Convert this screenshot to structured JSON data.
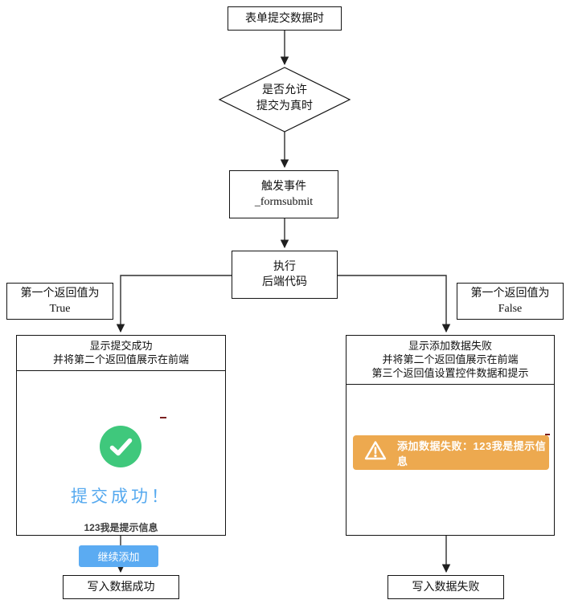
{
  "flowchart": {
    "start": "表单提交数据时",
    "decision": {
      "line1": "是否允许",
      "line2": "提交为真时"
    },
    "trigger": {
      "line1": "触发事件",
      "line2": "_formsubmit"
    },
    "execute": {
      "line1": "执行",
      "line2": "后端代码"
    },
    "branch_true": {
      "line1": "第一个返回值为",
      "line2": "True"
    },
    "branch_false": {
      "line1": "第一个返回值为",
      "line2": "False"
    },
    "success_box": {
      "header_line1": "显示提交成功",
      "header_line2": "并将第二个返回值展示在前端",
      "preview": {
        "title": "提交成功！",
        "message": "123我是提示信息",
        "button_label": "继续添加"
      }
    },
    "failure_box": {
      "header_line1": "显示添加数据失败",
      "header_line2": "并将第二个返回值展示在前端",
      "header_line3": "第三个返回值设置控件数据和提示",
      "alert_text": "添加数据失败：123我是提示信息"
    },
    "end_success": "写入数据成功",
    "end_failure": "写入数据失败"
  },
  "colors": {
    "success_green": "#3fc87c",
    "title_blue": "#55a9ef",
    "button_blue": "#5babf2",
    "warning_orange": "#eda94f",
    "line_black": "#1f1f1f"
  }
}
